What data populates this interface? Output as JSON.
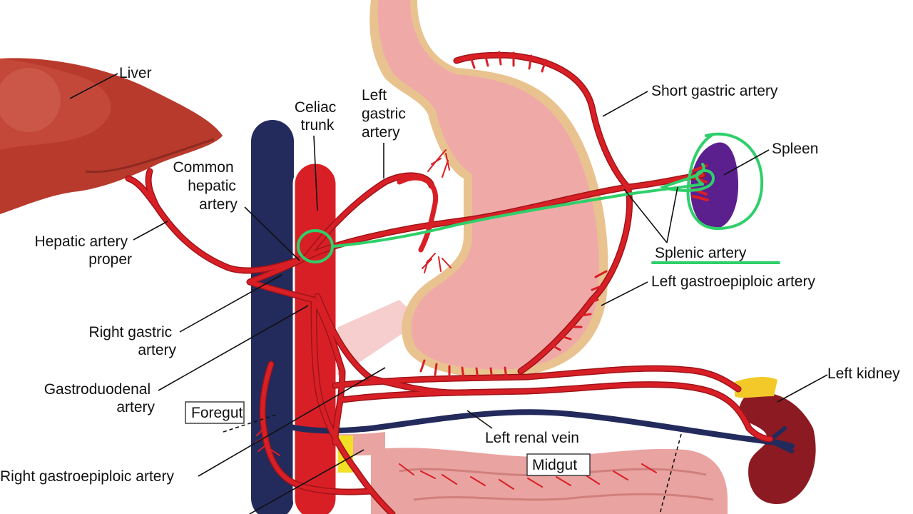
{
  "labels": {
    "liver": "Liver",
    "celiac_trunk": [
      "Celiac",
      "trunk"
    ],
    "left_gastric_artery": [
      "Left",
      "gastric",
      "artery"
    ],
    "short_gastric_artery": "Short gastric artery",
    "spleen": "Spleen",
    "common_hepatic_artery": [
      "Common",
      "hepatic",
      "artery"
    ],
    "hepatic_artery_proper": [
      "Hepatic artery",
      "proper"
    ],
    "splenic_artery": "Splenic artery",
    "left_gastroepiploic_artery": "Left gastroepiploic artery",
    "right_gastric_artery": [
      "Right gastric",
      "artery"
    ],
    "gastroduodenal_artery": [
      "Gastroduodenal",
      "artery"
    ],
    "foregut": "Foregut",
    "left_kidney": "Left kidney",
    "left_renal_vein": "Left renal vein",
    "midgut": "Midgut",
    "right_gastroepiploic_artery": "Right gastroepiploic artery"
  },
  "colors": {
    "artery": "#d91f26",
    "artery_outline": "#9e1418",
    "vein": "#232a5c",
    "stomach": "#efaaa8",
    "stomach_rim": "#e9c38f",
    "liver": "#b83a2c",
    "spleen": "#5b1f8e",
    "kidney": "#8c1a22",
    "adrenal": "#f2c928",
    "intestine": "#e9a3a0",
    "annotation": "#2fcf6a"
  }
}
